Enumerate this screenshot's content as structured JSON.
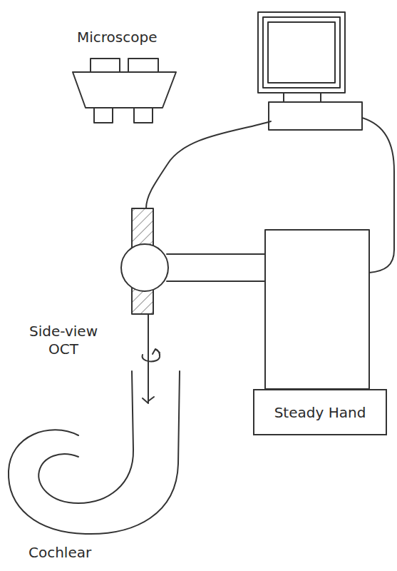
{
  "diagram": {
    "nodes": [
      {
        "text": [
          "Steady Hand"
        ]
      }
    ],
    "labels": [
      "Microscope",
      "Side-view OCT",
      "Cochlear"
    ]
  }
}
